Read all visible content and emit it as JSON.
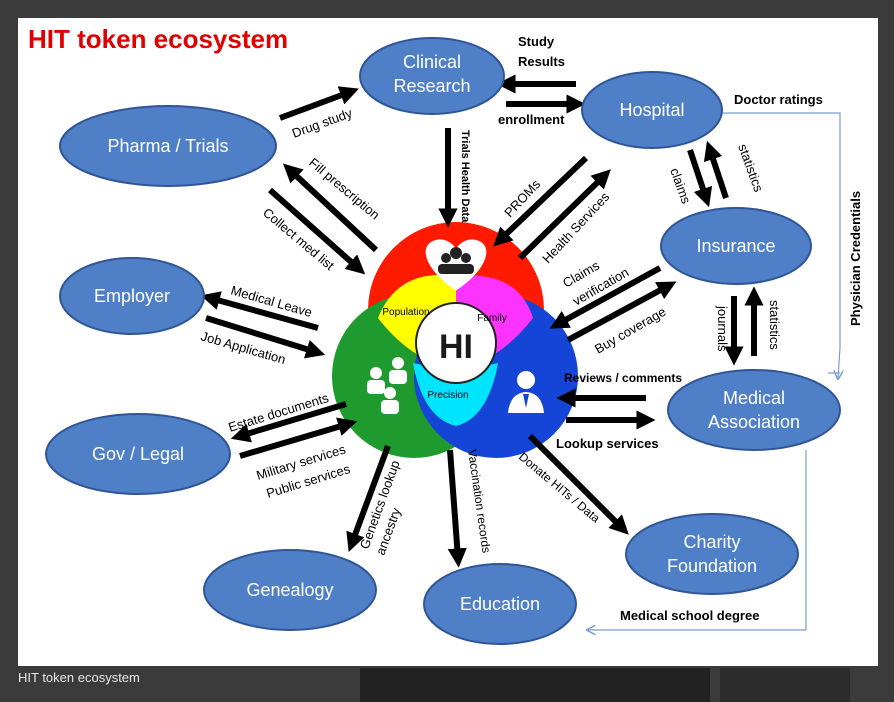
{
  "title": "HIT token ecosystem",
  "caption": "HIT token ecosystem",
  "nodes": {
    "clinical_research": [
      "Clinical",
      "Research"
    ],
    "hospital": "Hospital",
    "pharma": "Pharma / Trials",
    "insurance": "Insurance",
    "employer": "Employer",
    "medical_association": [
      "Medical",
      "Association"
    ],
    "gov_legal": "Gov / Legal",
    "charity": [
      "Charity",
      "Foundation"
    ],
    "genealogy": "Genealogy",
    "education": "Education"
  },
  "center": {
    "population": "Population",
    "family": "Family",
    "precision": "Precision",
    "logo_text": "HI"
  },
  "labels": {
    "study_results": [
      "Study",
      "Results"
    ],
    "enrollment": "enrollment",
    "doctor_ratings": "Doctor ratings",
    "drug_study": "Drug study",
    "trials_health_data": "Trials Health Data",
    "fill_prescription": "Fill prescription",
    "collect_med_list": "Collect med list",
    "proms": "PROMs",
    "health_services": "Health Services",
    "claims": "claims",
    "statistics_1": "statistics",
    "physician_credentials": "Physician Credentials",
    "claims_verification": [
      "Claims",
      "verification"
    ],
    "buy_coverage": "Buy coverage",
    "medical_leave": "Medical Leave",
    "job_application": "Job Application",
    "journals": "journals",
    "statistics_2": "statistics",
    "reviews_comments": "Reviews / comments",
    "lookup_services": "Lookup services",
    "estate_documents": "Estate documents",
    "military_services": "Military services",
    "public_services": "Public services",
    "genetics_lookup": "Genetics lookup",
    "ancestry": "ancestry",
    "vaccination_records": "Vaccination records",
    "donate_hits": "Donate HITs / Data",
    "medical_school_degree": "Medical school degree"
  },
  "colors": {
    "node_fill": "#4f7fc7",
    "node_stroke": "#2f5597",
    "red": "#ff1a00",
    "green": "#1e9a2e",
    "blue": "#1545d6",
    "yellow": "#ffff00",
    "magenta": "#ff33ff",
    "cyan": "#00e5ff",
    "title": "#e10000"
  }
}
